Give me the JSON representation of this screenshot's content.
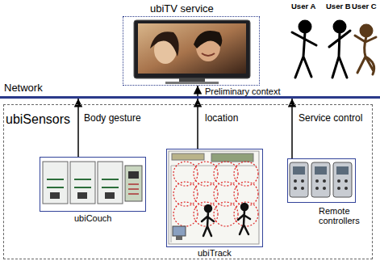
{
  "diagram": {
    "nodes": [
      {
        "text": [
          "ubiTV service"
        ]
      },
      {
        "text": [
          "Network"
        ]
      },
      {
        "text": [
          "ubiSensors"
        ]
      },
      {
        "text": [
          "ubiCouch"
        ],
        "in": 2
      },
      {
        "text": [
          "ubiTrack"
        ],
        "in": 2
      },
      {
        "text": [
          "Remote controllers"
        ],
        "in": 2
      }
    ],
    "edges": [
      {
        "from": 3,
        "to": 1,
        "arrow": "to",
        "label": "Body gesture"
      },
      {
        "from": 4,
        "to": 1,
        "arrow": "to",
        "label": "location"
      },
      {
        "from": 5,
        "to": 1,
        "arrow": "to",
        "label": "Service control"
      },
      {
        "from": 1,
        "to": 0,
        "arrow": "to",
        "label": "Preliminary context"
      }
    ],
    "labels": [
      "User A",
      "User B",
      "User C"
    ]
  }
}
